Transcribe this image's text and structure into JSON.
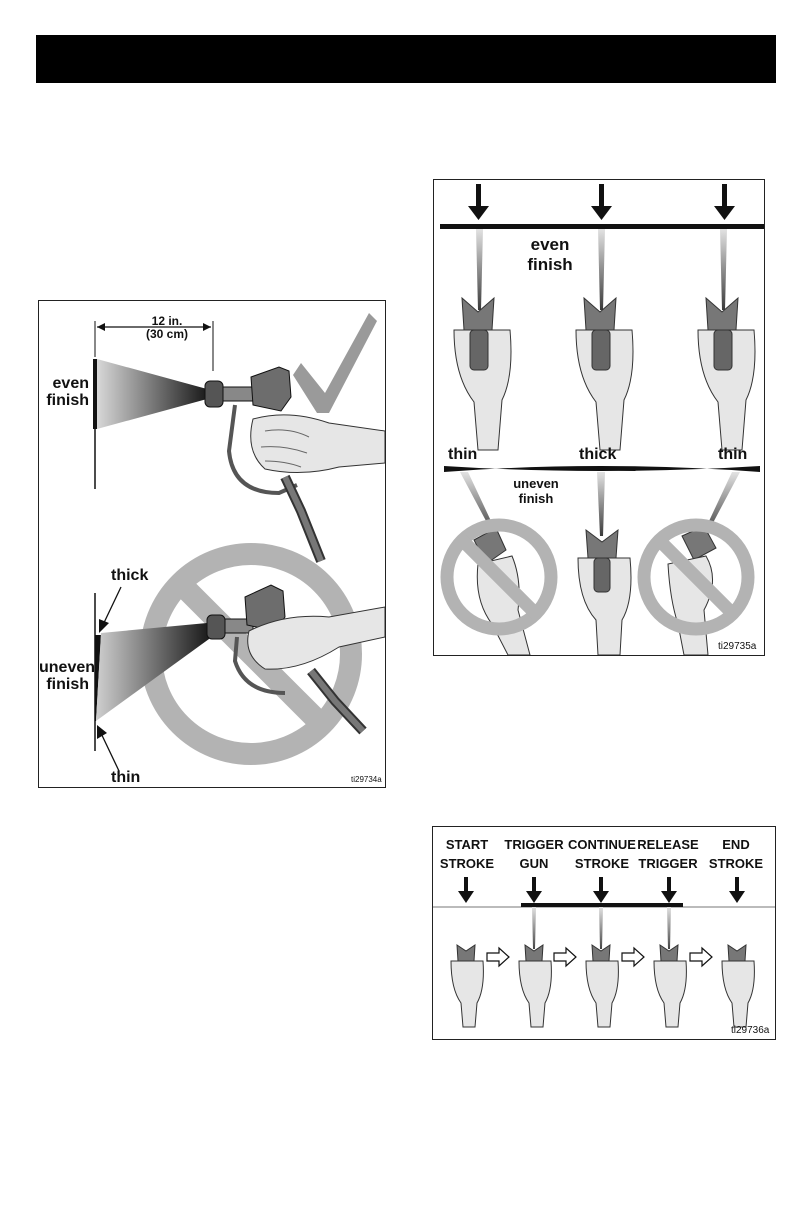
{
  "header": {
    "title": ""
  },
  "figure_distance": {
    "id": "ti29734a",
    "distance_line1": "12 in.",
    "distance_line2": "(30 cm)",
    "even_line1": "even",
    "even_line2": "finish",
    "thick": "thick",
    "uneven_line1": "uneven",
    "uneven_line2": "finish",
    "thin": "thin"
  },
  "figure_angle": {
    "id": "ti29735a",
    "even_line1": "even",
    "even_line2": "finish",
    "thin_left": "thin",
    "thick": "thick",
    "thin_right": "thin",
    "uneven_line1": "uneven",
    "uneven_line2": "finish"
  },
  "figure_stroke": {
    "id": "ti29736a",
    "steps": [
      {
        "line1": "START",
        "line2": "STROKE"
      },
      {
        "line1": "TRIGGER",
        "line2": "GUN"
      },
      {
        "line1": "CONTINUE",
        "line2": "STROKE"
      },
      {
        "line1": "RELEASE",
        "line2": "TRIGGER"
      },
      {
        "line1": "END",
        "line2": "STROKE"
      }
    ]
  },
  "colors": {
    "header": "#000000",
    "prohibit": "#b3b3b3",
    "check": "#9a9a9a"
  },
  "icons": [
    "check-mark-icon",
    "prohibited-icon",
    "down-arrow-icon",
    "right-arrow-icon",
    "spray-gun-icon"
  ]
}
